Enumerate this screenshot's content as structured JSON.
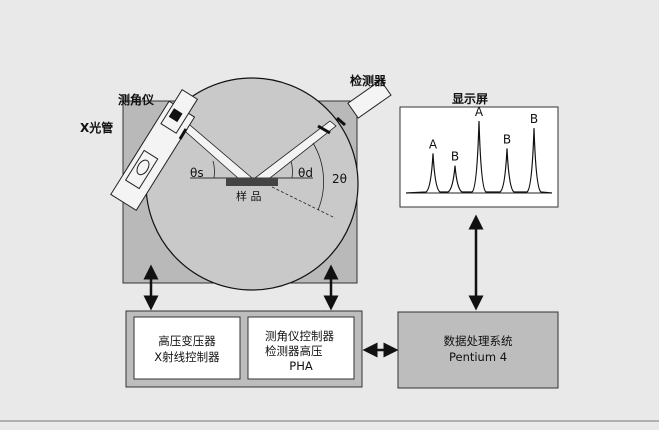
{
  "labels": {
    "goniometer": "测角仪",
    "detector": "检测器",
    "xray_tube": "X光管",
    "display": "显示屏",
    "sample": "样  品",
    "theta_s": "θs",
    "theta_d": "θd",
    "two_theta": "2θ"
  },
  "peaks": [
    {
      "label": "A",
      "height": 0.55
    },
    {
      "label": "B",
      "height": 0.38
    },
    {
      "label": "A",
      "height": 1.0
    },
    {
      "label": "B",
      "height": 0.62
    },
    {
      "label": "B",
      "height": 0.9
    }
  ],
  "boxes": {
    "hv_line1": "高压变压器",
    "hv_line2": "X射线控制器",
    "gonio_line1": "测角仪控制器",
    "gonio_line2": "检测器高压",
    "gonio_line3": "PHA",
    "data_line1": "数据处理系统",
    "data_line2": "Pentium 4"
  }
}
